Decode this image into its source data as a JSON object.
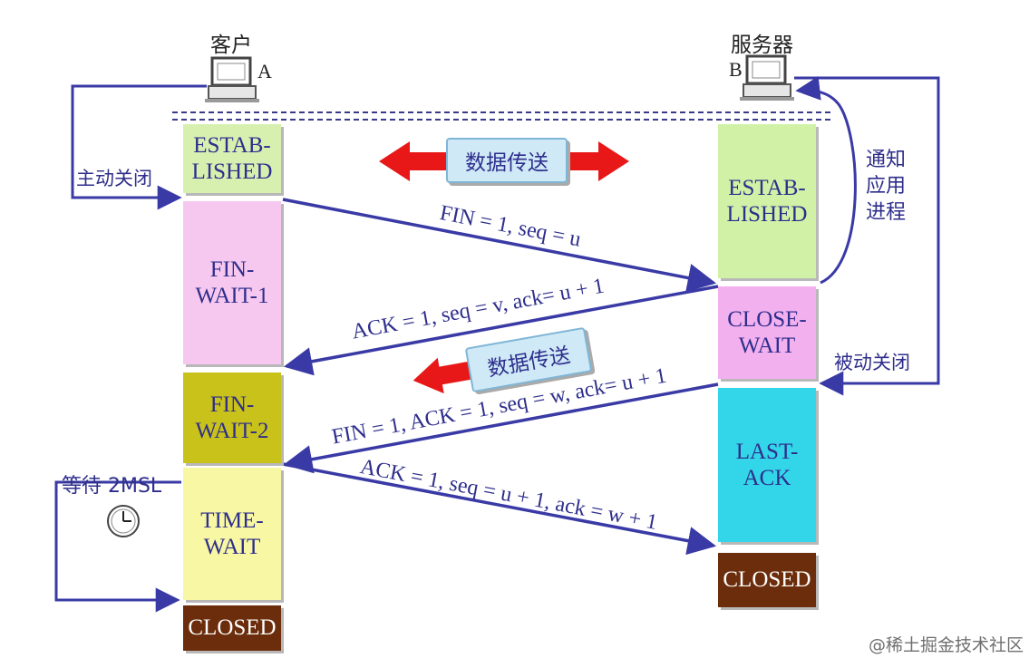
{
  "client": {
    "title": "客户",
    "id": "A",
    "action": "主动关闭"
  },
  "server": {
    "title": "服务器",
    "id": "B",
    "action": "被动关闭",
    "notify": "通知\n应用\n进程"
  },
  "client_states": [
    {
      "name": "state-estab-client",
      "label": "ESTAB-\nLISHED",
      "color": "#d7f0b0"
    },
    {
      "name": "state-fin-wait-1",
      "label": "FIN-\nWAIT-1",
      "color": "#f7c8ef"
    },
    {
      "name": "state-fin-wait-2",
      "label": "FIN-\nWAIT-2",
      "color": "#c9c21a"
    },
    {
      "name": "state-time-wait",
      "label": "TIME-\nWAIT",
      "color": "#f8f7a3"
    },
    {
      "name": "state-closed-client",
      "label": "CLOSED",
      "color": "#6b2d0b",
      "text_color": "#ffffff"
    }
  ],
  "server_states": [
    {
      "name": "state-estab-server",
      "label": "ESTAB-\nLISHED",
      "color": "#d1f2a6"
    },
    {
      "name": "state-close-wait",
      "label": "CLOSE-\nWAIT",
      "color": "#f3b0ef"
    },
    {
      "name": "state-last-ack",
      "label": "LAST-\nACK",
      "color": "#33d6e8"
    },
    {
      "name": "state-closed-server",
      "label": "CLOSED",
      "color": "#6b2d0b",
      "text_color": "#ffffff"
    }
  ],
  "messages": [
    "FIN = 1, seq = u",
    "ACK = 1, seq = v, ack= u + 1",
    "FIN = 1, ACK = 1, seq = w, ack= u + 1",
    "ACK = 1, seq = u + 1, ack = w + 1"
  ],
  "data_transfer_label": "数据传送",
  "wait_label": "等待 2MSL",
  "watermark": "@稀土掘金技术社区",
  "colors": {
    "line": "#3a3aa6",
    "arrow_red": "#e81818",
    "border_dark": "#2b2f8f"
  }
}
